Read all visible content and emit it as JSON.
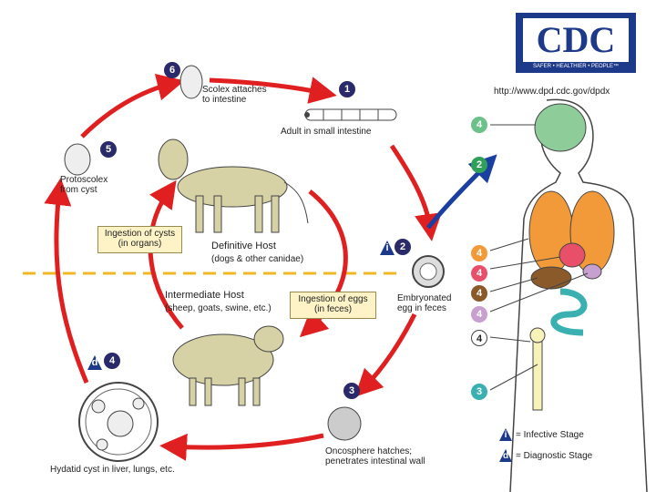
{
  "logo": {
    "text": "CDC",
    "tagline": "SAFER • HEALTHIER • PEOPLE™",
    "url": "http://www.dpd.cdc.gov/dpdx"
  },
  "hosts": {
    "definitive_title": "Definitive Host",
    "definitive_sub": "(dogs & other canidae)",
    "intermediate_title": "Intermediate Host",
    "intermediate_sub": "(sheep, goats, swine, etc.)"
  },
  "boxes": {
    "cysts": "Ingestion of cysts\n(in organs)",
    "eggs": "Ingestion of eggs\n(in feces)"
  },
  "stages": {
    "s1": {
      "num": "1",
      "label": "Adult in small intestine"
    },
    "s2": {
      "num": "2",
      "label": "Embryonated\negg in feces"
    },
    "s3": {
      "num": "3",
      "label": "Oncosphere hatches;\npenetrates intestinal wall"
    },
    "s4": {
      "num": "4",
      "label": "Hydatid cyst in liver, lungs, etc."
    },
    "s5": {
      "num": "5",
      "label": "Protoscolex\nfrom cyst"
    },
    "s6": {
      "num": "6",
      "label": "Scolex attaches\nto intestine"
    }
  },
  "stage_tags": {
    "infective": "i",
    "diagnostic": "d"
  },
  "body_labels": [
    "4",
    "2",
    "4",
    "4",
    "4",
    "4",
    "4",
    "3"
  ],
  "legend": {
    "infective_symbol": "i",
    "infective_text": "= Infective Stage",
    "diagnostic_symbol": "d",
    "diagnostic_text": "= Diagnostic Stage"
  },
  "colors": {
    "cycle_arrow": "#e02020",
    "human_arrow": "#1a3fa0",
    "badge": "#2a2a6a",
    "divider": "#f2b824"
  }
}
